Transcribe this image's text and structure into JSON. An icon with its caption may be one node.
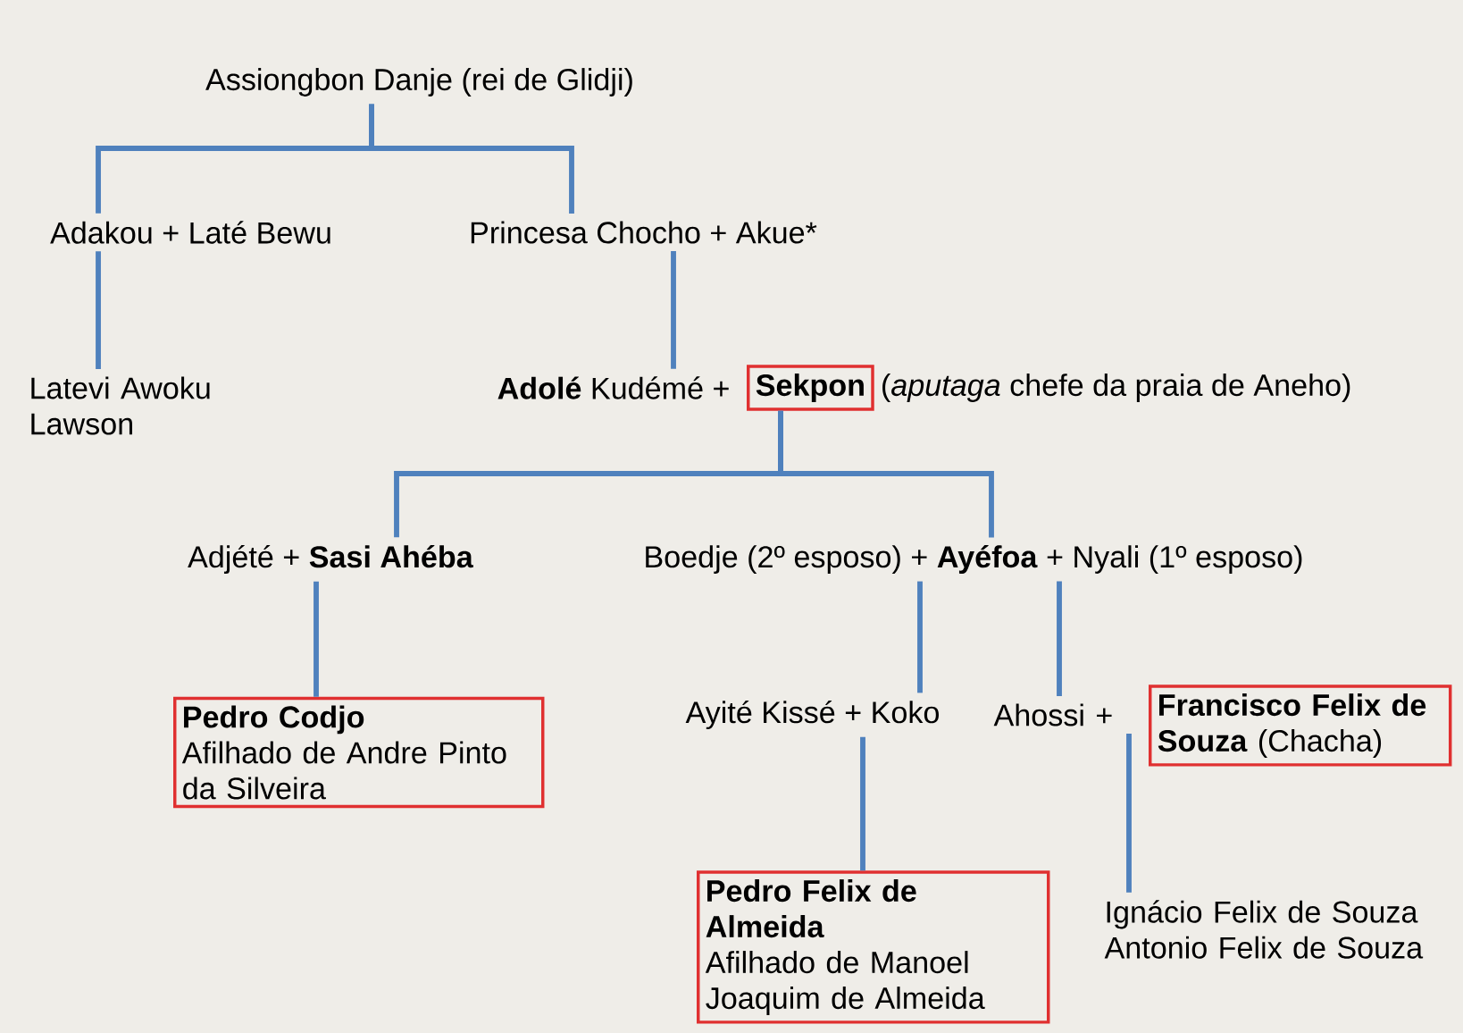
{
  "diagram": {
    "nodes": [
      {
        "text": [
          "Assiongbon Danje (rei de Glidji)"
        ]
      },
      {
        "text": [
          "Adakou + Laté Bewu"
        ]
      },
      {
        "text": [
          "Princesa Chocho + Akue*"
        ]
      },
      {
        "text": [
          "Latevi Awoku Lawson"
        ]
      },
      {
        "text": [
          "**Adolé** Kudémé +"
        ]
      },
      {
        "text": [
          "Sekpon"
        ],
        "beside": [
          "(*aputaga* chefe da praia de Aneho)"
        ]
      },
      {
        "text": [
          "Adjété + **Sasi Ahéba**"
        ]
      },
      {
        "text": [
          "Boedje (2º esposo) + **Ayéfoa** + Nyali (1º esposo)"
        ]
      },
      {
        "text": [
          "Pedro Codjo",
          "Afilhado de Andre Pinto da Silveira"
        ]
      },
      {
        "text": [
          "Ayité Kissé + Koko"
        ]
      },
      {
        "text": [
          "Ahossi +"
        ]
      },
      {
        "text": [
          "**Francisco Felix de Souza** (Chacha)"
        ]
      },
      {
        "text": [
          "Pedro Felix de Almeida",
          "Afilhado de Manoel Joaquim de Almeida"
        ]
      },
      {
        "text": [
          "Ignácio Felix de Souza",
          "Antonio Felix de Souza"
        ]
      }
    ],
    "edges": [
      {
        "from": 0,
        "to": 1,
        "arrow": "none"
      },
      {
        "from": 0,
        "to": 2,
        "arrow": "none"
      },
      {
        "from": 1,
        "to": 3,
        "arrow": "none"
      },
      {
        "from": 2,
        "to": 4,
        "arrow": "none"
      },
      {
        "from": 5,
        "to": 6,
        "arrow": "none"
      },
      {
        "from": 5,
        "to": 7,
        "arrow": "none"
      },
      {
        "from": 6,
        "to": 8,
        "arrow": "none"
      },
      {
        "from": 7,
        "to": 9,
        "arrow": "none"
      },
      {
        "from": 7,
        "to": 10,
        "arrow": "none"
      },
      {
        "from": 9,
        "to": 12,
        "arrow": "none"
      },
      {
        "from": 10,
        "to": 13,
        "arrow": "none"
      }
    ]
  }
}
